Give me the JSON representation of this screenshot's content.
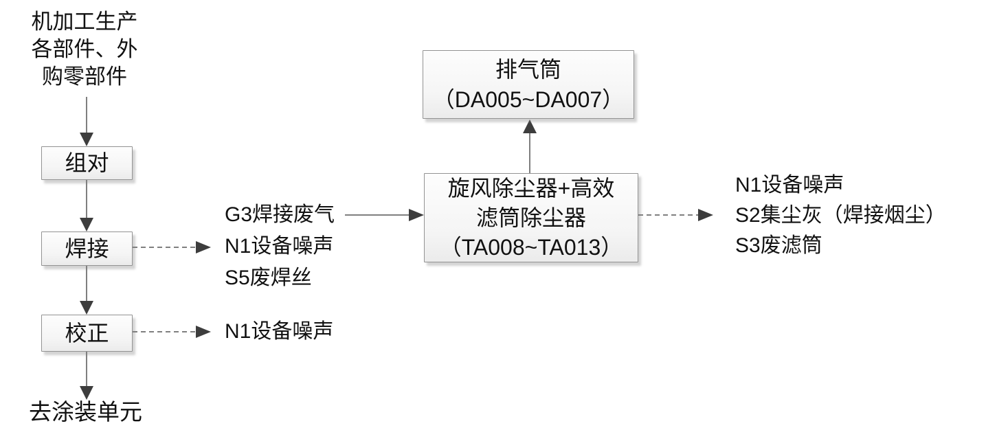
{
  "palette": {
    "background": "#ffffff",
    "text_color": "#111111",
    "line_color": "#7f7f7f",
    "arrow_color": "#3d3d3d",
    "box_border": "#929292",
    "box_fill_top": "#fdfdfd",
    "box_fill_bottom": "#ebebeb"
  },
  "nodes": {
    "source": {
      "lines": [
        "机加工生产",
        "各部件、外",
        "购零部件"
      ]
    },
    "assembly": {
      "label": "组对"
    },
    "welding": {
      "label": "焊接"
    },
    "correction": {
      "label": "校正"
    },
    "dust_collector": {
      "lines": [
        "旋风除尘器+高效",
        "滤筒除尘器",
        "（TA008~TA013）"
      ]
    },
    "exhaust_stack": {
      "lines": [
        "排气筒",
        "（DA005~DA007）"
      ]
    },
    "sink": {
      "label": "去涂装单元"
    }
  },
  "emissions": {
    "welding": {
      "lines": [
        "G3焊接废气",
        "N1设备噪声",
        "S5废焊丝"
      ]
    },
    "correction": {
      "lines": [
        "N1设备噪声"
      ]
    },
    "dust_collector": {
      "lines": [
        "N1设备噪声",
        "S2集尘灰（焊接烟尘）",
        "S3废滤筒"
      ]
    }
  }
}
